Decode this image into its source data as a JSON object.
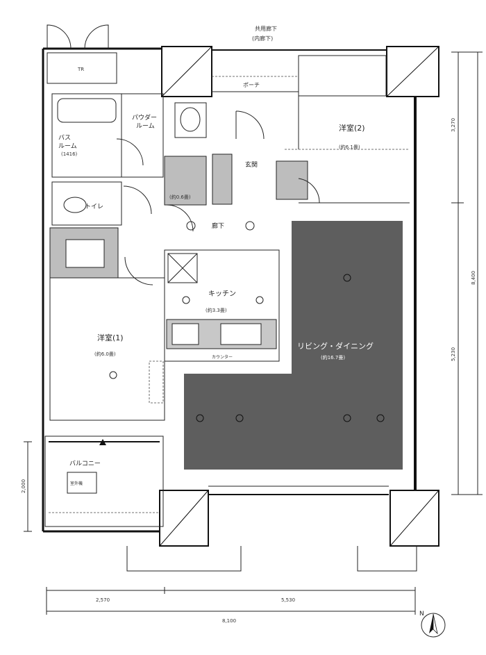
{
  "labels": {
    "corridor": "共用廊下",
    "corridor_sub": "(内廊下)",
    "porch": "ポーチ",
    "tr": "TR",
    "bath_1": "バス",
    "bath_2": "ルーム",
    "bath_size": "(1416)",
    "powder_1": "パウダー",
    "powder_2": "ルーム",
    "toilet": "トイレ",
    "entrance": "玄関",
    "closet_size": "(約0.6畳)",
    "hall": "廊下",
    "kitchen": "キッチン",
    "kitchen_size": "(約3.3畳)",
    "western1": "洋室(1)",
    "western1_size": "(約6.0畳)",
    "western2": "洋室(2)",
    "western2_size": "(約6.1畳)",
    "living": "リビング・ダイニング",
    "living_size": "(約16.7畳)",
    "balcony": "バルコニー",
    "counter": "カウンター",
    "aircon": "室外機"
  },
  "dimensions": {
    "bottom_left": "2,570",
    "bottom_right": "5,530",
    "bottom_total": "8,100",
    "right_top": "3,270",
    "right_mid": "5,230",
    "right_total": "8,400",
    "left_balcony": "2,000"
  },
  "compass": "N"
}
